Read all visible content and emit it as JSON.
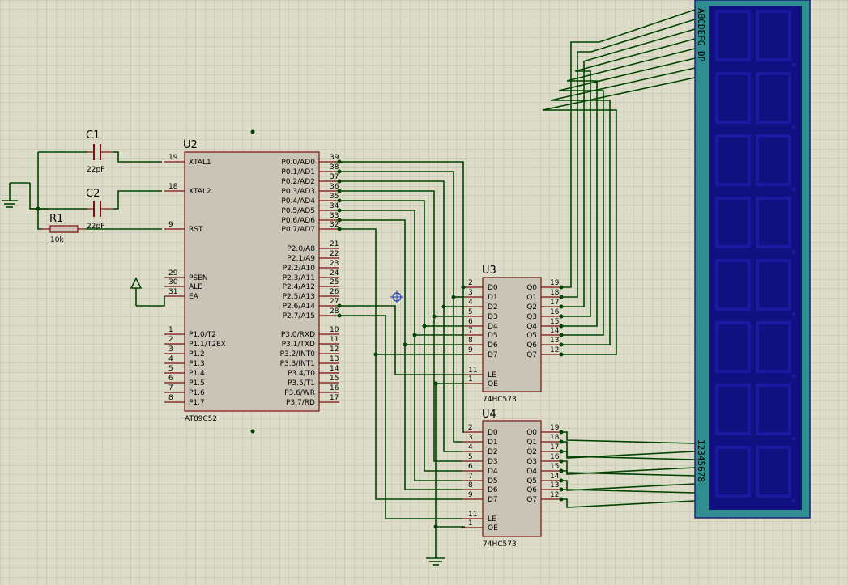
{
  "u2": {
    "ref": "U2",
    "part": "AT89C52",
    "left_pins": [
      {
        "num": "19",
        "name": "XTAL1"
      },
      {
        "num": "18",
        "name": "XTAL2"
      },
      {
        "num": "9",
        "name": "RST"
      },
      {
        "num": "29",
        "name": "PSEN"
      },
      {
        "num": "30",
        "name": "ALE"
      },
      {
        "num": "31",
        "name": "EA"
      },
      {
        "num": "1",
        "name": "P1.0/T2"
      },
      {
        "num": "2",
        "name": "P1.1/T2EX"
      },
      {
        "num": "3",
        "name": "P1.2"
      },
      {
        "num": "4",
        "name": "P1.3"
      },
      {
        "num": "5",
        "name": "P1.4"
      },
      {
        "num": "6",
        "name": "P1.5"
      },
      {
        "num": "7",
        "name": "P1.6"
      },
      {
        "num": "8",
        "name": "P1.7"
      }
    ],
    "right_pins": [
      {
        "num": "39",
        "name": "P0.0/AD0"
      },
      {
        "num": "38",
        "name": "P0.1/AD1"
      },
      {
        "num": "37",
        "name": "P0.2/AD2"
      },
      {
        "num": "36",
        "name": "P0.3/AD3"
      },
      {
        "num": "35",
        "name": "P0.4/AD4"
      },
      {
        "num": "34",
        "name": "P0.5/AD5"
      },
      {
        "num": "33",
        "name": "P0.6/AD6"
      },
      {
        "num": "32",
        "name": "P0.7/AD7"
      },
      {
        "num": "21",
        "name": "P2.0/A8"
      },
      {
        "num": "22",
        "name": "P2.1/A9"
      },
      {
        "num": "23",
        "name": "P2.2/A10"
      },
      {
        "num": "24",
        "name": "P2.3/A11"
      },
      {
        "num": "25",
        "name": "P2.4/A12"
      },
      {
        "num": "26",
        "name": "P2.5/A13"
      },
      {
        "num": "27",
        "name": "P2.6/A14"
      },
      {
        "num": "28",
        "name": "P2.7/A15"
      },
      {
        "num": "10",
        "name": "P3.0/RXD"
      },
      {
        "num": "11",
        "name": "P3.1/TXD"
      },
      {
        "num": "12",
        "name": "P3.2/INT0"
      },
      {
        "num": "13",
        "name": "P3.3/INT1"
      },
      {
        "num": "14",
        "name": "P3.4/T0"
      },
      {
        "num": "15",
        "name": "P3.5/T1"
      },
      {
        "num": "16",
        "name": "P3.6/WR"
      },
      {
        "num": "17",
        "name": "P3.7/RD"
      }
    ]
  },
  "u3": {
    "ref": "U3",
    "part": "74HC573",
    "left_pins": [
      {
        "num": "2",
        "name": "D0"
      },
      {
        "num": "3",
        "name": "D1"
      },
      {
        "num": "4",
        "name": "D2"
      },
      {
        "num": "5",
        "name": "D3"
      },
      {
        "num": "6",
        "name": "D4"
      },
      {
        "num": "7",
        "name": "D5"
      },
      {
        "num": "8",
        "name": "D6"
      },
      {
        "num": "9",
        "name": "D7"
      },
      {
        "num": "11",
        "name": "LE"
      },
      {
        "num": "1",
        "name": "OE"
      }
    ],
    "right_pins": [
      {
        "num": "19",
        "name": "Q0"
      },
      {
        "num": "18",
        "name": "Q1"
      },
      {
        "num": "17",
        "name": "Q2"
      },
      {
        "num": "16",
        "name": "Q3"
      },
      {
        "num": "15",
        "name": "Q4"
      },
      {
        "num": "14",
        "name": "Q5"
      },
      {
        "num": "13",
        "name": "Q6"
      },
      {
        "num": "12",
        "name": "Q7"
      }
    ]
  },
  "u4": {
    "ref": "U4",
    "part": "74HC573",
    "left_pins": [
      {
        "num": "2",
        "name": "D0"
      },
      {
        "num": "3",
        "name": "D1"
      },
      {
        "num": "4",
        "name": "D2"
      },
      {
        "num": "5",
        "name": "D3"
      },
      {
        "num": "6",
        "name": "D4"
      },
      {
        "num": "7",
        "name": "D5"
      },
      {
        "num": "8",
        "name": "D6"
      },
      {
        "num": "9",
        "name": "D7"
      },
      {
        "num": "11",
        "name": "LE"
      },
      {
        "num": "1",
        "name": "OE"
      }
    ],
    "right_pins": [
      {
        "num": "19",
        "name": "Q0"
      },
      {
        "num": "18",
        "name": "Q1"
      },
      {
        "num": "17",
        "name": "Q2"
      },
      {
        "num": "16",
        "name": "Q3"
      },
      {
        "num": "15",
        "name": "Q4"
      },
      {
        "num": "14",
        "name": "Q5"
      },
      {
        "num": "13",
        "name": "Q6"
      },
      {
        "num": "12",
        "name": "Q7"
      }
    ]
  },
  "c1": {
    "ref": "C1",
    "value": "22pF"
  },
  "c2": {
    "ref": "C2",
    "value": "22pF"
  },
  "r1": {
    "ref": "R1",
    "value": "10k"
  },
  "display": {
    "segment_labels": "ABCDEFG DP",
    "digit_labels": "12345678",
    "frame_color": "#2f8f8f",
    "panel_color": "#101080",
    "segment_color": "#1a1aa0"
  }
}
